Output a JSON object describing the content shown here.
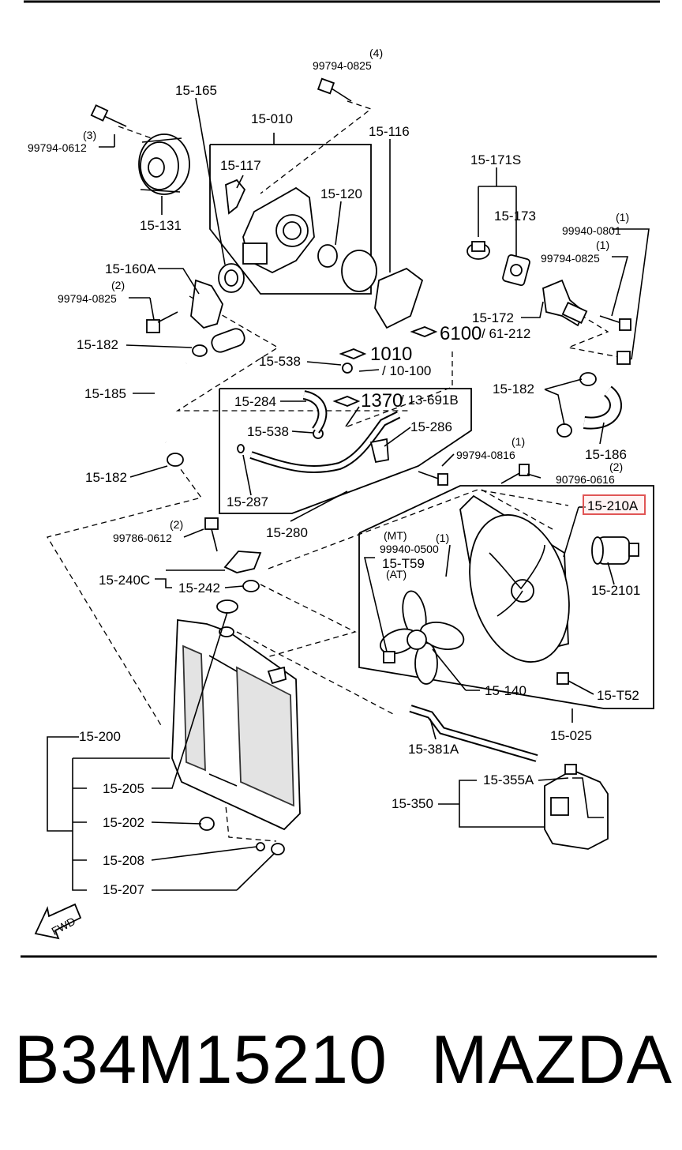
{
  "footer": {
    "part_number": "B34M15210",
    "brand": "MAZDA"
  },
  "highlight_label": "15-210A",
  "labels": {
    "qty_4": "(4)",
    "bolt_99794_0825_top": "99794-0825",
    "p15_165": "15-165",
    "qty_3": "(3)",
    "bolt_99794_0612": "99794-0612",
    "p15_010": "15-010",
    "p15_116": "15-116",
    "p15_117": "15-117",
    "p15_120": "15-120",
    "p15_131": "15-131",
    "p15_171S": "15-171S",
    "p15_173": "15-173",
    "qty_1a": "(1)",
    "bolt_99940_0801": "99940-0801",
    "qty_1b": "(1)",
    "bolt_99794_0825_right": "99794-0825",
    "p15_160A": "15-160A",
    "qty_2a": "(2)",
    "bolt_99794_0825_left": "99794-0825",
    "p15_172": "15-172",
    "ref_6100": "6100",
    "ref_61_212": "/ 61-212",
    "p15_182_a": "15-182",
    "p15_538_a": "15-538",
    "ref_1010": "1010",
    "ref_10_100": "/ 10-100",
    "p15_185": "15-185",
    "p15_284": "15-284",
    "ref_1370": "1370",
    "ref_13_691B": "/ 13-691B",
    "p15_182_b": "15-182",
    "p15_538_b": "15-538",
    "p15_286": "15-286",
    "p15_186": "15-186",
    "qty_1c": "(1)",
    "bolt_99794_0816": "99794-0816",
    "qty_2b": "(2)",
    "p15_182_c": "15-182",
    "bolt_90796_0616": "90796-0616",
    "p15_287": "15-287",
    "qty_2c": "(2)",
    "bolt_99786_0612": "99786-0612",
    "p15_280": "15-280",
    "mt": "(MT)",
    "qty_1d": "(1)",
    "bolt_99940_0500": "99940-0500",
    "p15_T59": "15-T59",
    "at": "(AT)",
    "p15_2101": "15-2101",
    "p15_240C": "15-240C",
    "p15_242": "15-242",
    "p15_140": "15-140",
    "p15_T52": "15-T52",
    "p15_200": "15-200",
    "p15_025": "15-025",
    "p15_381A": "15-381A",
    "p15_355A": "15-355A",
    "p15_350": "15-350",
    "p15_205": "15-205",
    "p15_202": "15-202",
    "p15_208": "15-208",
    "p15_207": "15-207",
    "fwd": "FWD"
  },
  "colors": {
    "ink": "#000000",
    "highlight": "#e05555",
    "background": "#ffffff"
  }
}
